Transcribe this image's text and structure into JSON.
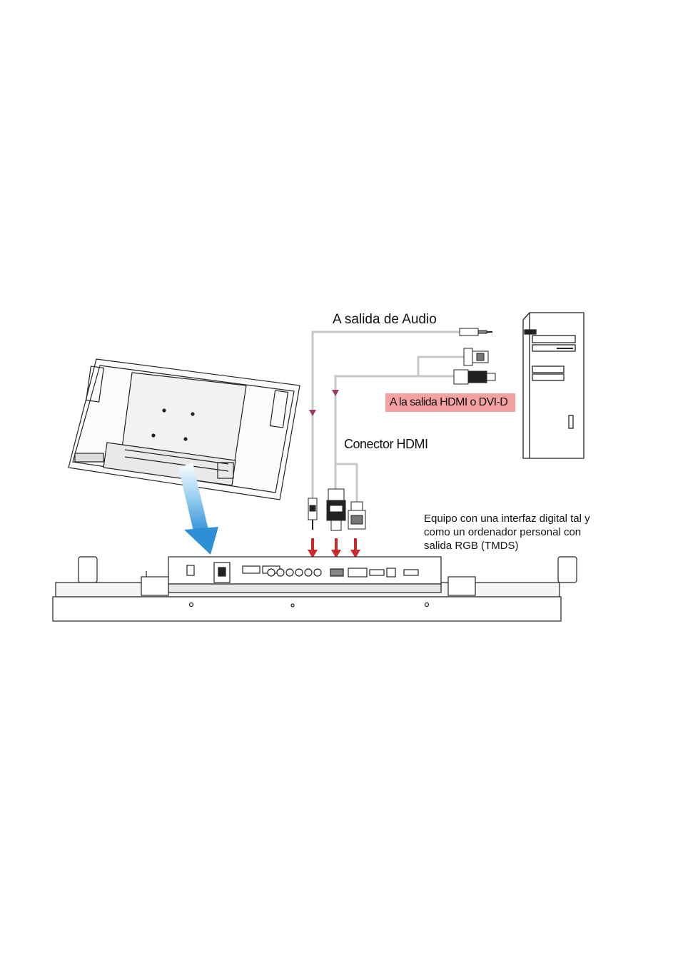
{
  "labels": {
    "audio_output": "A salida de Audio",
    "hdmi_dvi_output": "A la salida HDMI o DVI-D",
    "hdmi_connector": "Conector HDMI",
    "equipment_line1": "Equipo con una interfaz digital tal y",
    "equipment_line2": "como un ordenador personal con",
    "equipment_line3": "salida RGB (TMDS)"
  },
  "colors": {
    "cable": "#c8c8c8",
    "arrow_red": "#cc2a2a",
    "cable_marker": "#9b3a6b",
    "highlight": "#f4a1a1",
    "zoom_arrow": "#4aa8e0",
    "line": "#222222"
  },
  "icons": [
    "monitor-back-icon",
    "pc-tower-icon",
    "audio-jack-icon",
    "hdmi-plug-icon",
    "dvi-plug-icon"
  ]
}
